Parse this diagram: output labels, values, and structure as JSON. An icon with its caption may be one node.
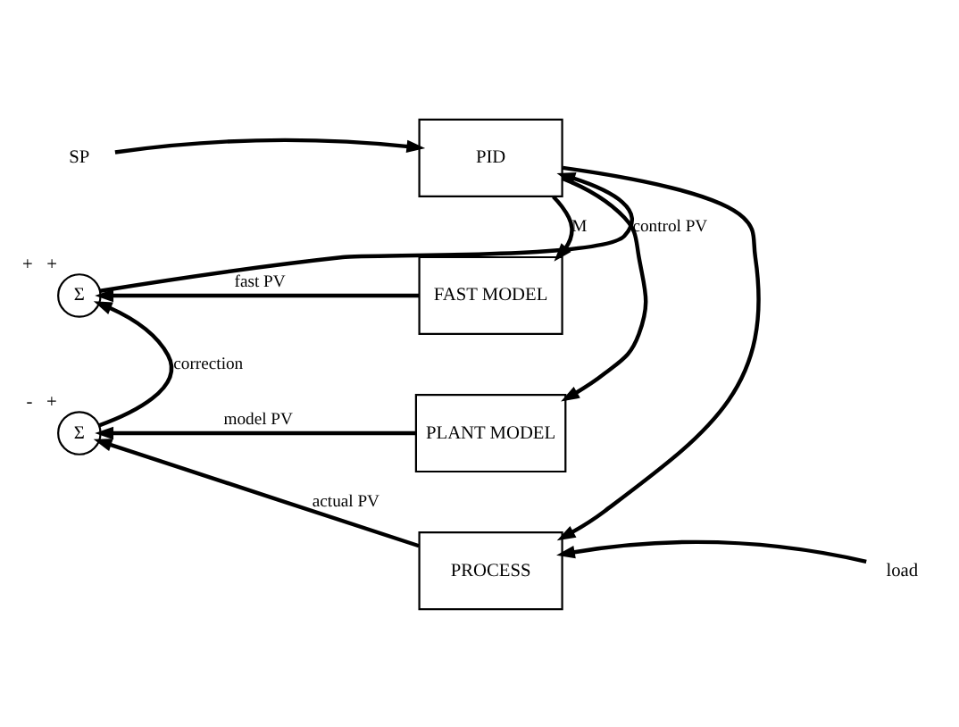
{
  "diagram": {
    "nodes": [
      {
        "text": [
          "SP"
        ]
      },
      {
        "text": [
          "PID"
        ]
      },
      {
        "text": [
          "Σ"
        ],
        "beside": [
          "+",
          "+"
        ]
      },
      {
        "text": [
          "FAST MODEL"
        ]
      },
      {
        "text": [
          "Σ"
        ],
        "beside": [
          "-",
          "+"
        ]
      },
      {
        "text": [
          "PLANT MODEL"
        ]
      },
      {
        "text": [
          "PROCESS"
        ]
      },
      {
        "text": [
          "load"
        ]
      }
    ],
    "edges": [
      {
        "from": 0,
        "to": 1,
        "arrow": "to"
      },
      {
        "from": 1,
        "to": 3,
        "label": "M",
        "arrow": "to"
      },
      {
        "from": 1,
        "to": 5,
        "arrow": "to"
      },
      {
        "from": 1,
        "to": 6,
        "arrow": "to"
      },
      {
        "from": 3,
        "to": 2,
        "label": "fast PV",
        "arrow": "to"
      },
      {
        "from": 5,
        "to": 4,
        "label": "model PV",
        "arrow": "to"
      },
      {
        "from": 6,
        "to": 4,
        "label": "actual PV",
        "arrow": "to"
      },
      {
        "from": 4,
        "to": 2,
        "label": "correction",
        "arrow": "to"
      },
      {
        "from": 2,
        "to": 1,
        "label": "control PV",
        "arrow": "to"
      },
      {
        "from": 7,
        "to": 6,
        "arrow": "to"
      }
    ]
  }
}
